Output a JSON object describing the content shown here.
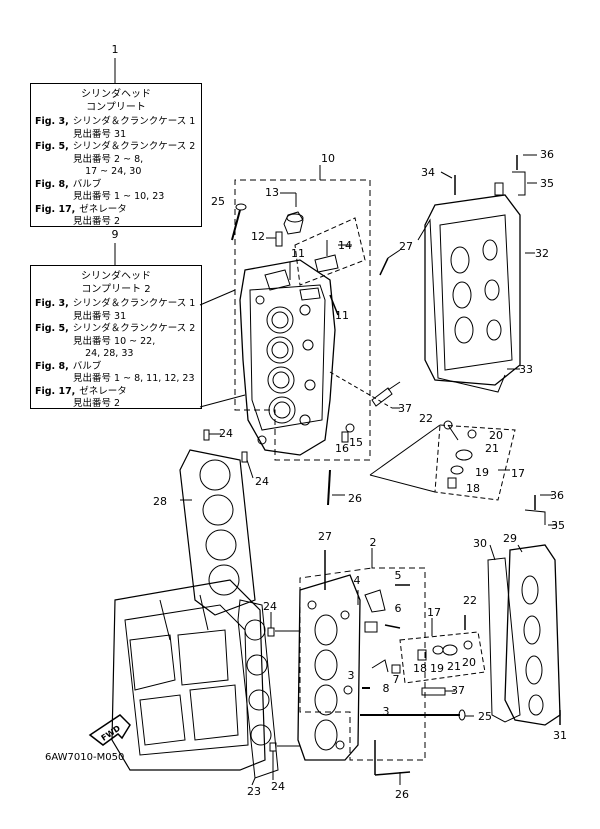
{
  "box1": {
    "number": "1",
    "title1": "シリンダヘッド",
    "title2": "コンプリート",
    "refs": [
      {
        "fig": "Fig. 3,",
        "text": "シリンダ＆クランクケース 1"
      },
      {
        "fig": "",
        "text": "見出番号 31"
      },
      {
        "fig": "Fig. 5,",
        "text": "シリンダ＆クランクケース 2"
      },
      {
        "fig": "",
        "text": "見出番号 2 ~ 8,"
      },
      {
        "fig": "",
        "text": "    17 ~ 24, 30"
      },
      {
        "fig": "Fig. 8,",
        "text": "バルブ"
      },
      {
        "fig": "",
        "text": "見出番号 1 ~ 10, 23"
      },
      {
        "fig": "Fig. 17,",
        "text": "ゼネレータ"
      },
      {
        "fig": "",
        "text": "見出番号 2"
      }
    ]
  },
  "box9": {
    "number": "9",
    "title1": "シリンダヘッド",
    "title2": "コンプリート 2",
    "refs": [
      {
        "fig": "Fig. 3,",
        "text": "シリンダ＆クランクケース 1"
      },
      {
        "fig": "",
        "text": "見出番号 31"
      },
      {
        "fig": "Fig. 5,",
        "text": "シリンダ＆クランクケース 2"
      },
      {
        "fig": "",
        "text": "見出番号 10 ~ 22,"
      },
      {
        "fig": "",
        "text": "    24, 28, 33"
      },
      {
        "fig": "Fig. 8,",
        "text": "バルブ"
      },
      {
        "fig": "",
        "text": "見出番号 1 ~ 8, 11, 12, 23"
      },
      {
        "fig": "Fig. 17,",
        "text": "ゼネレータ"
      },
      {
        "fig": "",
        "text": "見出番号 2"
      }
    ]
  },
  "fwd_label": "FWD",
  "drawing_code": "6AW7010-M050",
  "part_numbers": [
    "10",
    "13",
    "25",
    "12",
    "14",
    "27",
    "11",
    "11",
    "34",
    "36",
    "35",
    "32",
    "33",
    "37",
    "15",
    "16",
    "22",
    "20",
    "21",
    "19",
    "17",
    "18",
    "24",
    "24",
    "28",
    "26",
    "27",
    "2",
    "4",
    "5",
    "6",
    "17",
    "22",
    "30",
    "29",
    "36",
    "35",
    "24",
    "3",
    "8",
    "7",
    "18",
    "19",
    "21",
    "20",
    "3",
    "37",
    "25",
    "31",
    "23",
    "24",
    "26"
  ]
}
